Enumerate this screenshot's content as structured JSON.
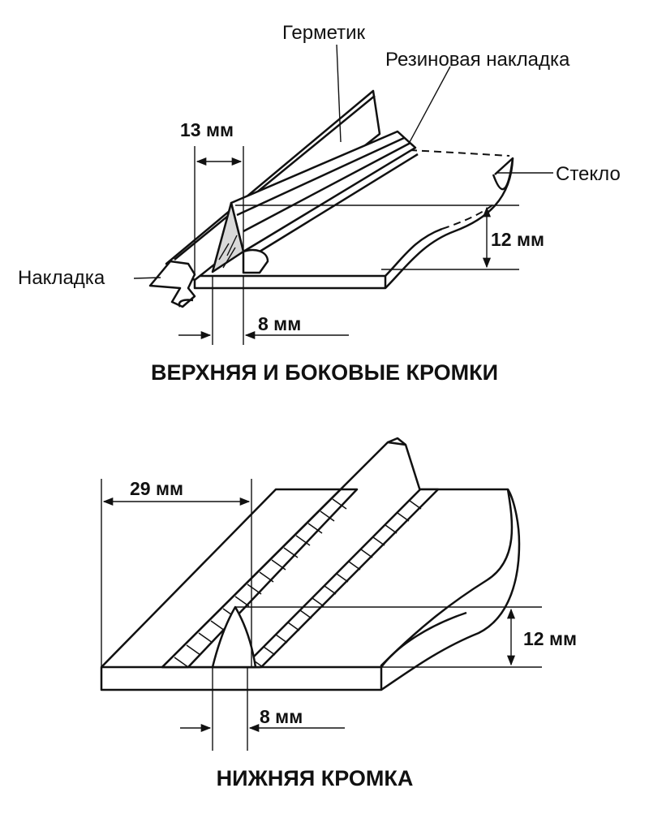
{
  "top_diagram": {
    "label_sealant": "Герметик",
    "label_rubber_trim": "Резиновая накладка",
    "label_glass": "Стекло",
    "label_trim": "Накладка",
    "dim_width": "13 мм",
    "dim_height": "12 мм",
    "dim_offset": "8 мм",
    "caption": "ВЕРХНЯЯ И БОКОВЫЕ КРОМКИ"
  },
  "bottom_diagram": {
    "dim_width": "29 мм",
    "dim_height": "12 мм",
    "dim_offset": "8 мм",
    "caption": "НИЖНЯЯ КРОМКА"
  }
}
